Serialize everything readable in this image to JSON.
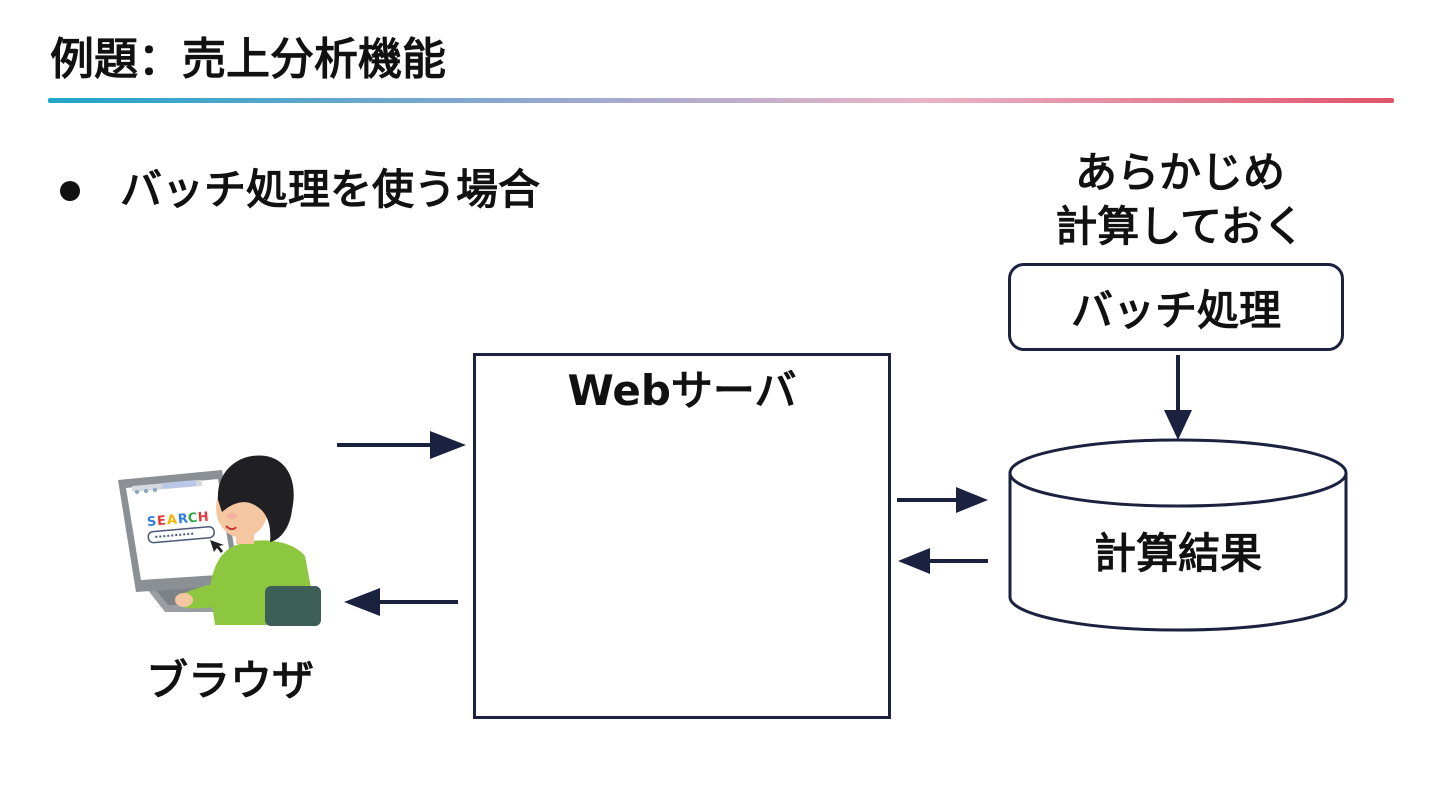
{
  "title": "例題：売上分析機能",
  "bullet": "バッチ処理を使う場合",
  "note": {
    "line1": "あらかじめ",
    "line2": "計算しておく"
  },
  "batch_box": {
    "label": "バッチ処理"
  },
  "server": {
    "label": "Webサーバ"
  },
  "database": {
    "label": "計算結果"
  },
  "browser": {
    "label": "ブラウザ",
    "illustration": {
      "search_letters": [
        "S",
        "E",
        "A",
        "R",
        "C",
        "H"
      ],
      "search_letter_colors": [
        "#2f7de1",
        "#e23b3b",
        "#f4b400",
        "#2f7de1",
        "#2fa84f",
        "#e23b3b"
      ]
    }
  },
  "colors": {
    "ink": "#1a2240",
    "rule_start": "#1ea6c9",
    "rule_end": "#e0536b"
  }
}
